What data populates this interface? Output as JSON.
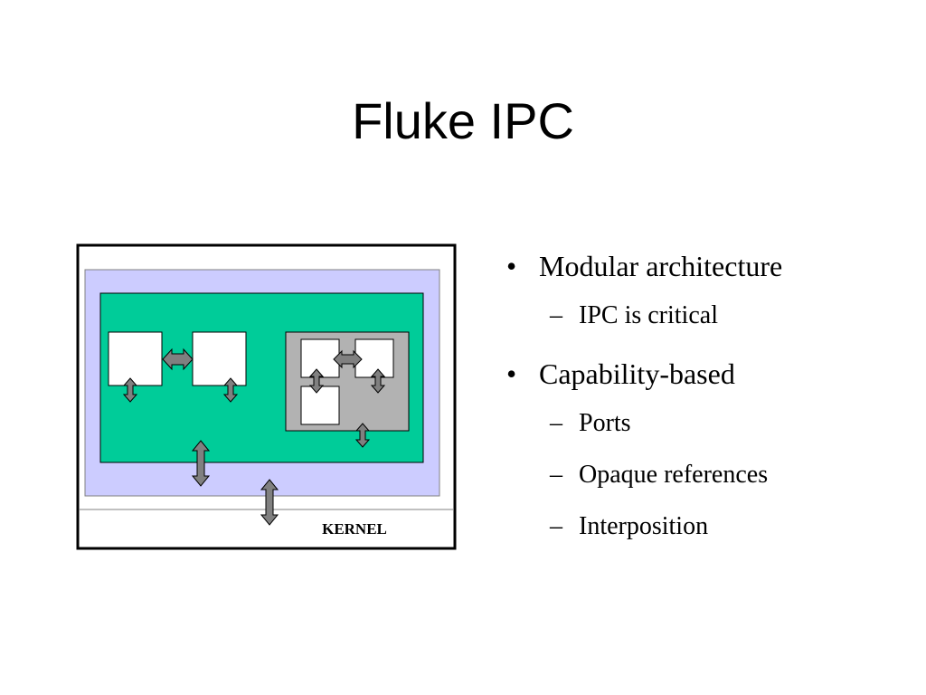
{
  "slide": {
    "title": "Fluke IPC"
  },
  "diagram": {
    "kernel_label": "KERNEL",
    "colors": {
      "outer_border": "#000000",
      "user_space": "#ccccff",
      "process_area": "#00cc99",
      "nested_box": "#b2b2b2",
      "module_box": "#ffffff",
      "arrow_fill": "#808080"
    }
  },
  "bullets": [
    {
      "marker": "•",
      "text": "Modular architecture",
      "subitems": [
        {
          "marker": "–",
          "text": "IPC is critical"
        }
      ]
    },
    {
      "marker": "•",
      "text": "Capability-based",
      "subitems": [
        {
          "marker": "–",
          "text": "Ports"
        },
        {
          "marker": "–",
          "text": "Opaque references"
        },
        {
          "marker": "–",
          "text": "Interposition"
        }
      ]
    }
  ]
}
